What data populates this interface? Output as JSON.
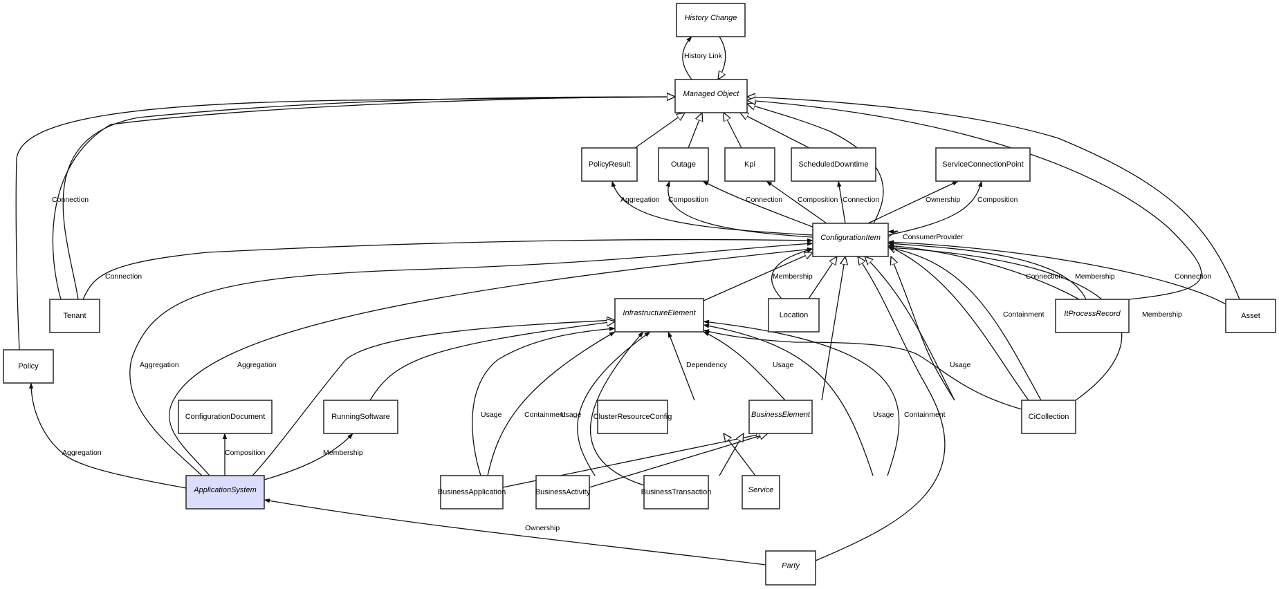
{
  "diagram": {
    "title": "Managed Object Class Model",
    "highlight_fill": "#dcdcfc",
    "nodes": {
      "history_change": {
        "label": "History Change",
        "abstract": true
      },
      "managed_object": {
        "label": "Managed Object",
        "abstract": true
      },
      "policy_result": {
        "label": "PolicyResult",
        "abstract": false
      },
      "outage": {
        "label": "Outage",
        "abstract": false
      },
      "kpi": {
        "label": "Kpi",
        "abstract": false
      },
      "scheduled_downtime": {
        "label": "ScheduledDowntime",
        "abstract": false
      },
      "service_connection_point": {
        "label": "ServiceConnectionPoint",
        "abstract": false
      },
      "configuration_item": {
        "label": "ConfigurationItem",
        "abstract": true
      },
      "tenant": {
        "label": "Tenant",
        "abstract": false
      },
      "policy": {
        "label": "Policy",
        "abstract": false
      },
      "infrastructure_element": {
        "label": "InfrastructureElement",
        "abstract": true
      },
      "location": {
        "label": "Location",
        "abstract": false
      },
      "it_process_record": {
        "label": "ItProcessRecord",
        "abstract": true
      },
      "asset": {
        "label": "Asset",
        "abstract": false
      },
      "configuration_document": {
        "label": "ConfigurationDocument",
        "abstract": false
      },
      "running_software": {
        "label": "RunningSoftware",
        "abstract": false
      },
      "cluster_resource_config": {
        "label": "ClusterResourceConfig",
        "abstract": false
      },
      "business_element": {
        "label": "BusinessElement",
        "abstract": true
      },
      "ci_collection": {
        "label": "CiCollection",
        "abstract": false
      },
      "application_system": {
        "label": "ApplicationSystem",
        "abstract": true,
        "highlighted": true
      },
      "business_application": {
        "label": "BusinessApplication",
        "abstract": false
      },
      "business_activity": {
        "label": "BusinessActivity",
        "abstract": false
      },
      "business_transaction": {
        "label": "BusinessTransaction",
        "abstract": false
      },
      "service": {
        "label": "Service",
        "abstract": true
      },
      "party": {
        "label": "Party",
        "abstract": true
      }
    },
    "edge_labels": {
      "history_link": "History Link",
      "tenant_connection_mo": "Connection",
      "tenant_connection_ci": "Connection",
      "ci_aggregation_policyresult": "Aggregation",
      "ci_composition_outage": "Composition",
      "ci_connection_outage": "Connection",
      "ci_composition_kpi": "Composition",
      "ci_connection_sched": "Connection",
      "ci_ownership_scp": "Ownership",
      "ci_composition_scp": "Composition",
      "ci_consumer_provider": "ConsumerProvider",
      "location_membership": "Membership",
      "itpr_connection": "Connection",
      "itpr_membership": "Membership",
      "asset_connection": "Connection",
      "cicoll_containment": "Containment",
      "cicoll_membership": "Membership",
      "cicoll_usage": "Usage",
      "appsys_aggregation_1": "Aggregation",
      "appsys_aggregation_2": "Aggregation",
      "appsys_aggregation_policy": "Aggregation",
      "appsys_composition_doc": "Composition",
      "appsys_membership_rs": "Membership",
      "ba_usage": "Usage",
      "ba_containment": "Containment",
      "bact_usage": "Usage",
      "bt_usage": "Usage",
      "crc_dependency": "Dependency",
      "be_usage": "Usage",
      "service_usage": "Usage",
      "service_containment": "Containment",
      "party_ownership": "Ownership"
    }
  }
}
